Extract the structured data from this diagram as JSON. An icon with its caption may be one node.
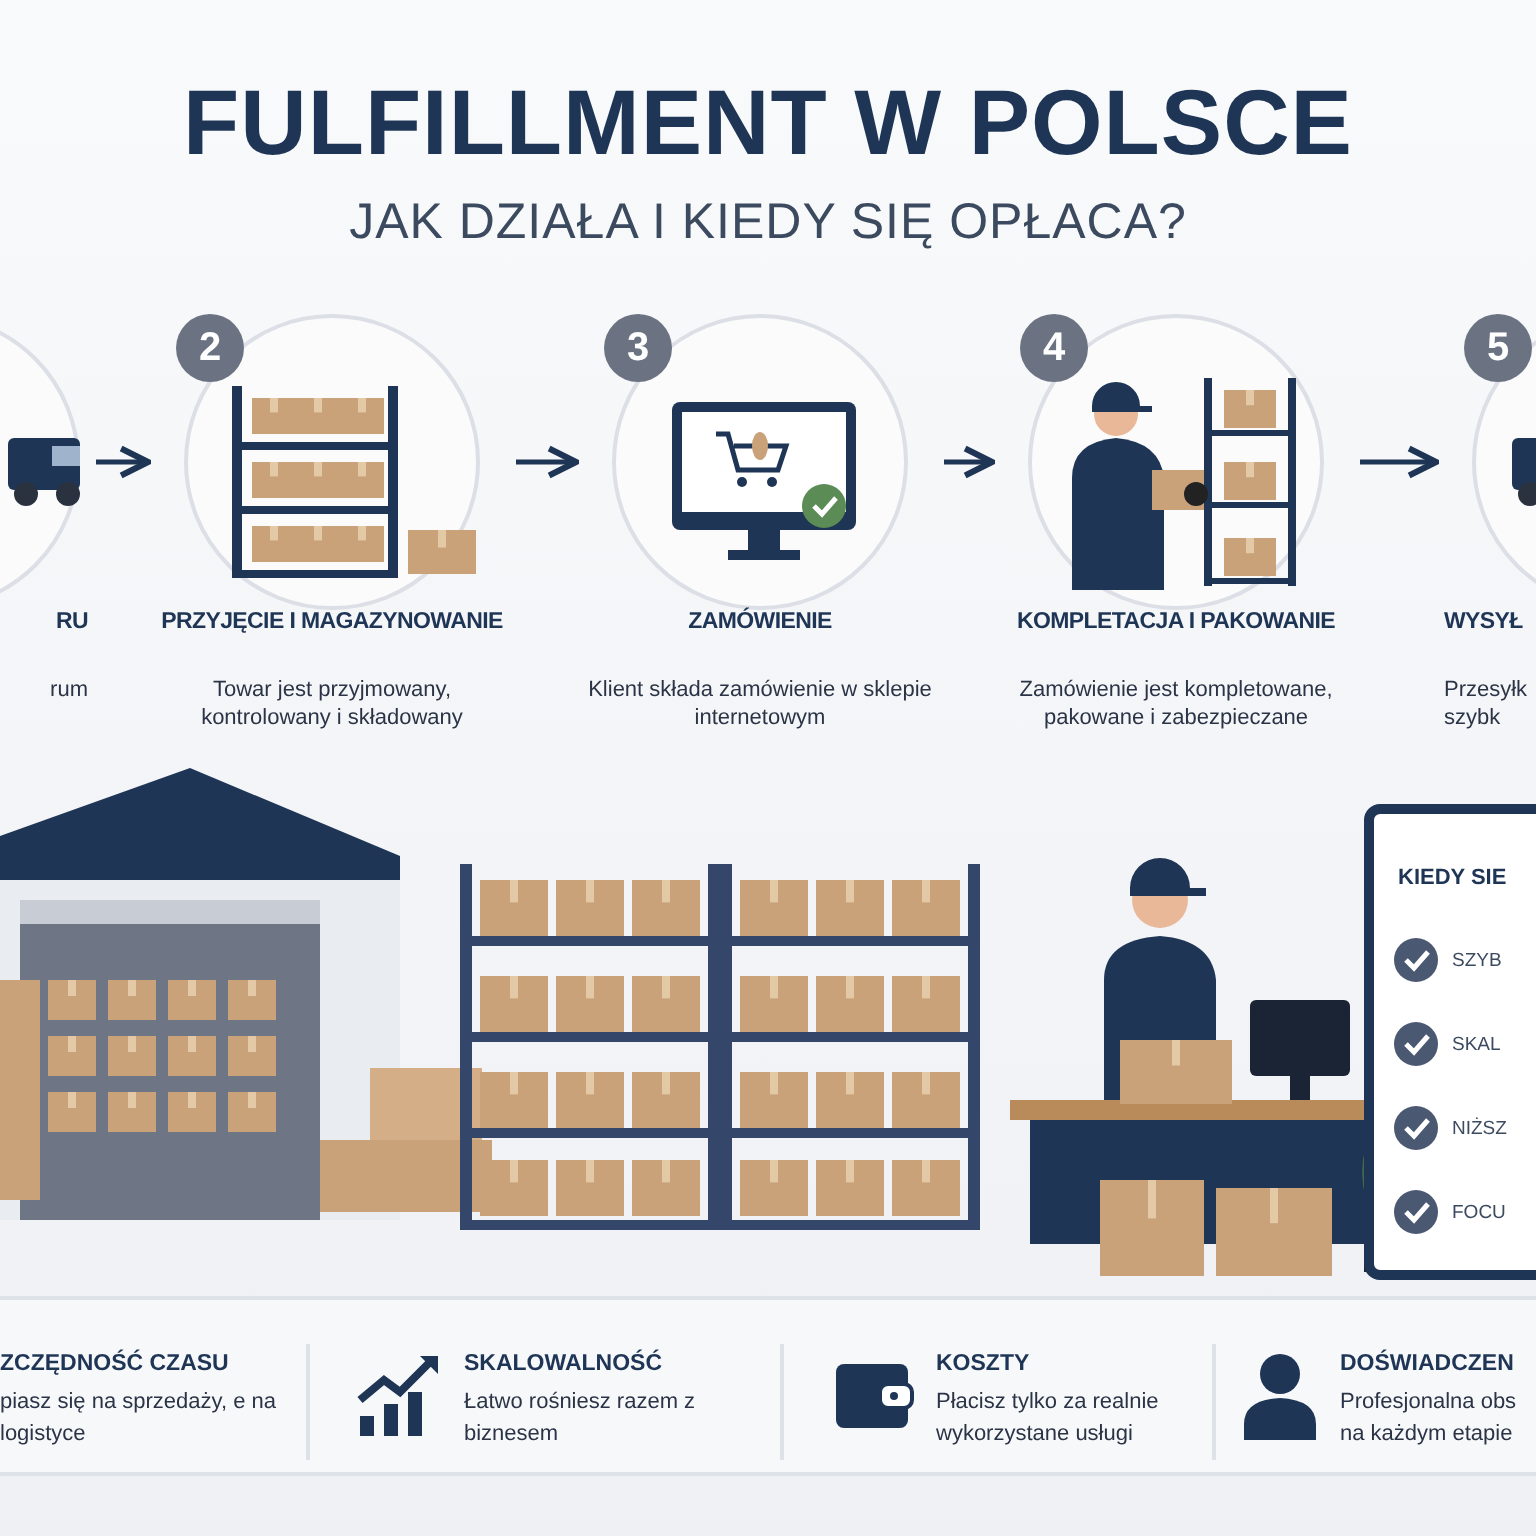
{
  "diagram": {
    "title": "FULFILLMENT W POLSCE",
    "nodes": [
      {
        "text": [
          "RU",
          "rum"
        ]
      },
      {
        "text": [
          "2",
          "PRZYJĘCIE I MAGAZYNOWANIE",
          "Towar jest przyjmowany, kontrolowany i składowany"
        ]
      },
      {
        "text": [
          "3",
          "ZAMÓWIENIE",
          "Klient składa zamówienie w sklepie internetowym"
        ]
      },
      {
        "text": [
          "4",
          "KOMPLETACJA I PAKOWANIE",
          "Zamówienie jest kompletowane, pakowane i zabezpieczane"
        ]
      },
      {
        "text": [
          "5",
          "WYSYŁ",
          "Przesyłk szybk"
        ]
      }
    ],
    "edges": [
      {
        "from": 0,
        "to": 1,
        "arrow": "to"
      },
      {
        "from": 1,
        "to": 2,
        "arrow": "to"
      },
      {
        "from": 2,
        "to": 3,
        "arrow": "to"
      },
      {
        "from": 3,
        "to": 4,
        "arrow": "to"
      }
    ],
    "labels": [
      "JAK DZIAŁA I KIEDY SIĘ OPŁACA?",
      "KIEDY SIE",
      "SZYB",
      "SKAL",
      "NIŻSZ",
      "FOCU",
      "ZCZĘDNOŚĆ CZASU",
      "piasz się na sprzedaży, e na logistyce",
      "SKALOWALNOŚĆ",
      "Łatwo rośniesz razem z biznesem",
      "KOSZTY",
      "Płacisz tylko za realnie wykorzystane usługi",
      "DOŚWIADCZEN",
      "Profesjonalna obs na każdym etapie"
    ]
  }
}
